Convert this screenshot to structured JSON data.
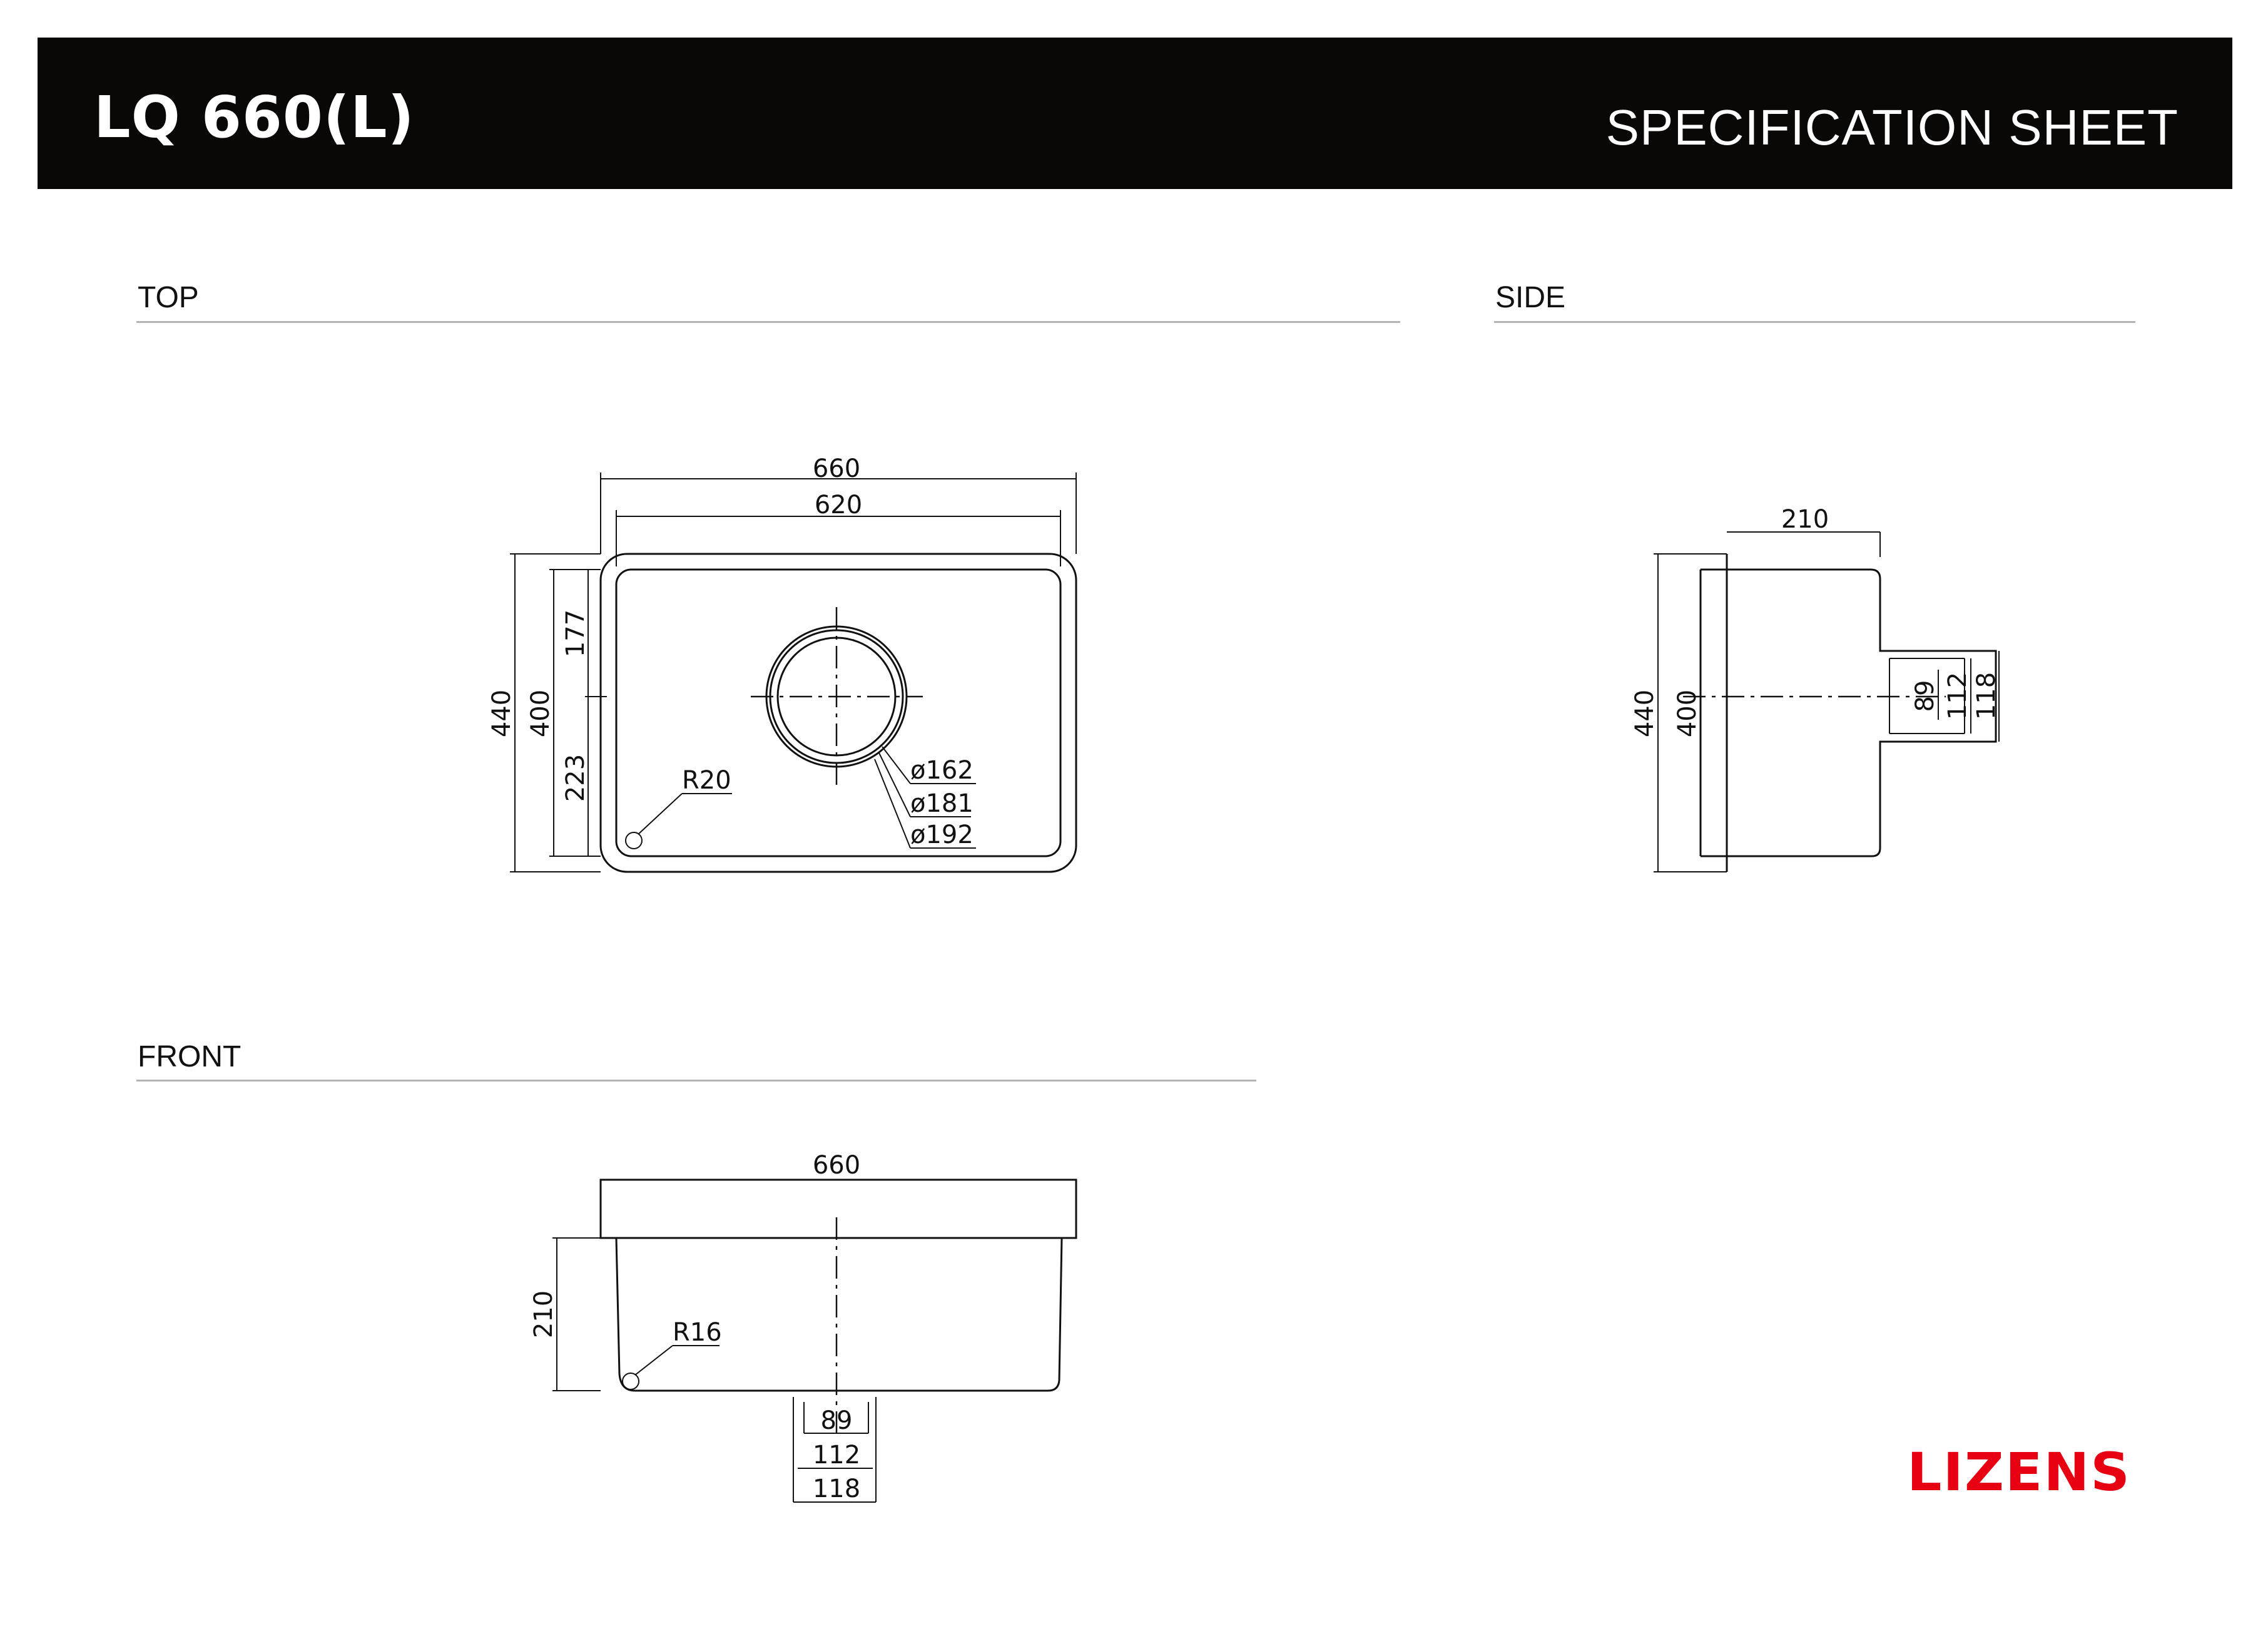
{
  "header": {
    "model": "LQ 660(L)",
    "document_type": "SPECIFICATION SHEET"
  },
  "sections": {
    "top": "TOP",
    "side": "SIDE",
    "front": "FRONT"
  },
  "top_view": {
    "overall_width": "660",
    "inner_width": "620",
    "overall_depth": "440",
    "inner_depth": "400",
    "drain_offset_back": "177",
    "drain_offset_front": "223",
    "corner_radius": "R20",
    "drain_diameters": [
      "ø162",
      "ø181",
      "ø192"
    ]
  },
  "side_view": {
    "bowl_depth": "210",
    "overall_depth": "440",
    "inner_depth": "400",
    "outlet_sizes": [
      "89",
      "112",
      "118"
    ]
  },
  "front_view": {
    "overall_width": "660",
    "bowl_depth": "210",
    "corner_radius": "R16",
    "outlet_sizes": [
      "89",
      "112",
      "118"
    ]
  },
  "brand": {
    "name": "LIZENS",
    "color": "#e60012"
  }
}
